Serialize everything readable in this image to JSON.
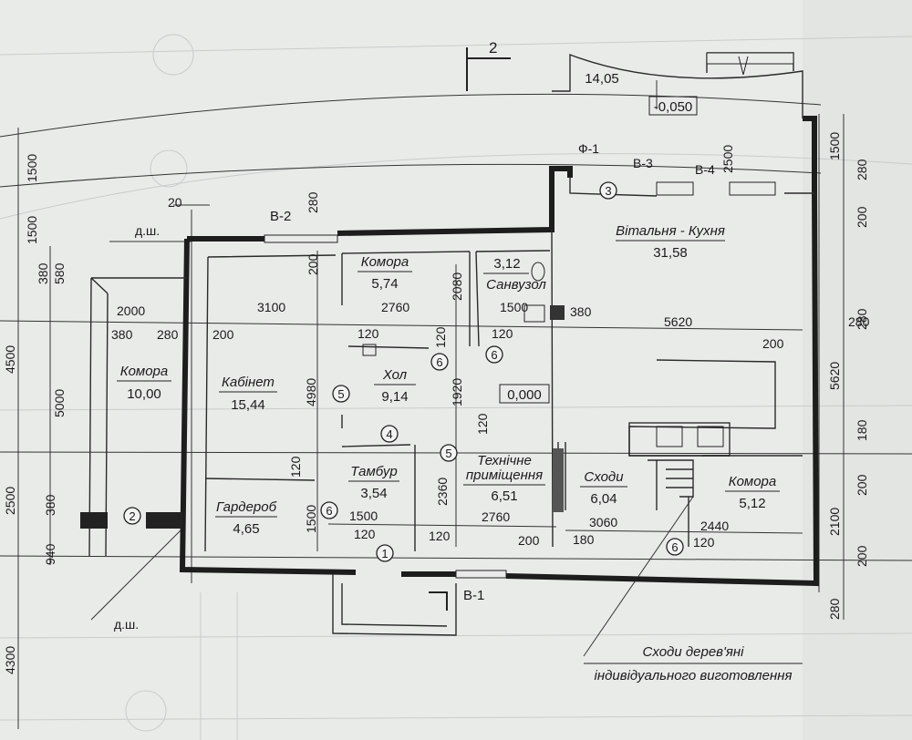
{
  "rooms": [
    {
      "id": "storage-left",
      "name": "Комора",
      "area": "10,00"
    },
    {
      "id": "office",
      "name": "Кабінет",
      "area": "15,44"
    },
    {
      "id": "storage-top",
      "name": "Комора",
      "area": "5,74"
    },
    {
      "id": "bathroom",
      "name": "Санвузол",
      "area": "3,12"
    },
    {
      "id": "hall",
      "name": "Хол",
      "area": "9,14"
    },
    {
      "id": "vestibule",
      "name": "Тамбур",
      "area": "3,54"
    },
    {
      "id": "wardrobe",
      "name": "Гардероб",
      "area": "4,65"
    },
    {
      "id": "technical",
      "name": "Технічне",
      "name2": "приміщення",
      "area": "6,51"
    },
    {
      "id": "stairs",
      "name": "Сходи",
      "area": "6,04"
    },
    {
      "id": "storage-right",
      "name": "Комора",
      "area": "5,12"
    },
    {
      "id": "living-kitchen",
      "name": "Вітальня - Кухня",
      "area": "31,58"
    },
    {
      "id": "terrace",
      "name": "",
      "area": "14,05"
    }
  ],
  "levels": {
    "terrace": "-0,050",
    "floor": "0,000"
  },
  "section_mark": "2",
  "window_labels": {
    "b1": "В-1",
    "b2": "В-2",
    "b3": "В-3",
    "b4": "В-4",
    "f1": "Ф-1"
  },
  "vent_labels": {
    "top": "д.ш.",
    "bottom": "д.ш."
  },
  "door_marks": [
    "1",
    "2",
    "3",
    "4",
    "5",
    "5",
    "6",
    "6",
    "6",
    "6"
  ],
  "dimensions": {
    "d2000": "2000",
    "d3100": "3100",
    "d2760a": "2760",
    "d1500a": "1500",
    "d5620h": "5620",
    "d380a": "380",
    "d280a": "280",
    "d200a": "200",
    "d120a": "120",
    "d120b": "120",
    "d380b": "380",
    "d200b": "200",
    "d280b": "280",
    "d120c": "120",
    "d1500b": "1500",
    "d2760b": "2760",
    "d120d": "120",
    "d120e": "120",
    "d200c": "200",
    "d180a": "180",
    "d3060": "3060",
    "d2440": "2440",
    "d120f": "120",
    "d120g": "120",
    "d120h": "120",
    "d20": "20",
    "v1500a": "1500",
    "v1500b": "1500",
    "v380": "380",
    "v580": "580",
    "v4500": "4500",
    "v5000": "5000",
    "v2500a": "2500",
    "v380b": "380",
    "v940": "940",
    "v4300": "4300",
    "v280a": "280",
    "v200a": "200",
    "v4980": "4980",
    "v2080": "2080",
    "v1920": "1920",
    "v2360": "2360",
    "v1500c": "1500",
    "v2500b": "2500",
    "v1500r": "1500",
    "v280r": "280",
    "v200r": "200",
    "v280r2": "280",
    "v5620": "5620",
    "v180": "180",
    "v200r2": "200",
    "v2100": "2100",
    "v200r3": "200",
    "v280r3": "280",
    "v120k": "120"
  },
  "note": {
    "line1": "Сходи дерев'яні",
    "line2": "індивідуального виготовлення"
  }
}
